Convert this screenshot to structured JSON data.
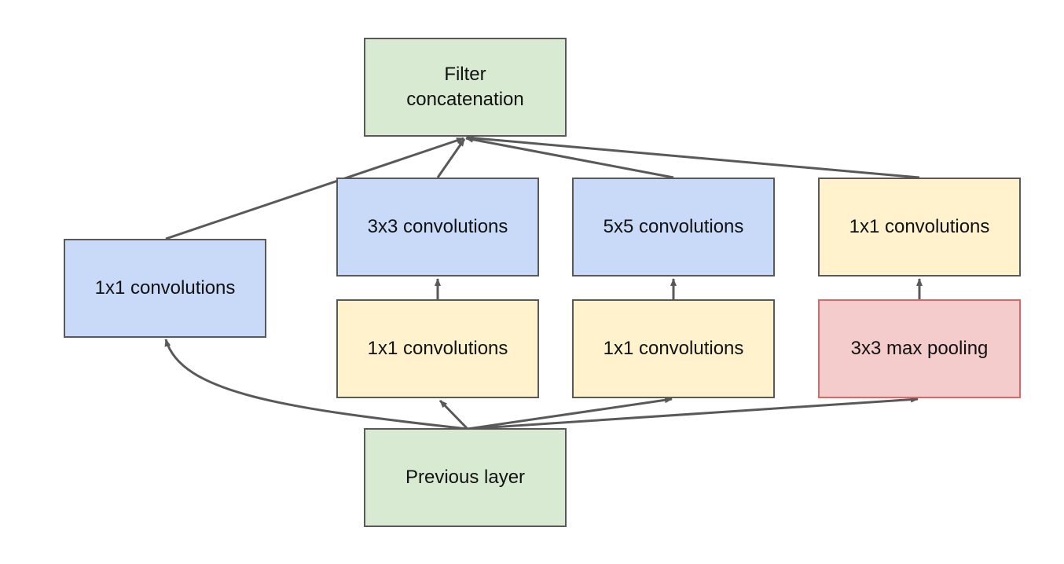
{
  "colors": {
    "green": "#d9ead3",
    "blue": "#c9daf8",
    "yellow": "#fff2cc",
    "pink": "#f4cccc",
    "border": "#595959",
    "pink_border": "#e06666",
    "arrow": "#595959"
  },
  "nodes": {
    "filter_concat": {
      "line1": "Filter",
      "line2": "concatenation",
      "color": "green"
    },
    "conv1x1_left": {
      "label": "1x1 convolutions",
      "color": "blue"
    },
    "conv3x3": {
      "label": "3x3 convolutions",
      "color": "blue"
    },
    "conv5x5": {
      "label": "5x5 convolutions",
      "color": "blue"
    },
    "conv1x1_right_top": {
      "label": "1x1 convolutions",
      "color": "yellow"
    },
    "conv1x1_mid_a": {
      "label": "1x1 convolutions",
      "color": "yellow"
    },
    "conv1x1_mid_b": {
      "label": "1x1 convolutions",
      "color": "yellow"
    },
    "maxpool3x3": {
      "label": "3x3 max pooling",
      "color": "pink"
    },
    "previous_layer": {
      "label": "Previous layer",
      "color": "green"
    }
  },
  "edges": [
    {
      "from": "previous_layer",
      "to": "conv1x1_left"
    },
    {
      "from": "previous_layer",
      "to": "conv1x1_mid_a"
    },
    {
      "from": "previous_layer",
      "to": "conv1x1_mid_b"
    },
    {
      "from": "previous_layer",
      "to": "maxpool3x3"
    },
    {
      "from": "conv1x1_mid_a",
      "to": "conv3x3"
    },
    {
      "from": "conv1x1_mid_b",
      "to": "conv5x5"
    },
    {
      "from": "maxpool3x3",
      "to": "conv1x1_right_top"
    },
    {
      "from": "conv1x1_left",
      "to": "filter_concat"
    },
    {
      "from": "conv3x3",
      "to": "filter_concat"
    },
    {
      "from": "conv5x5",
      "to": "filter_concat"
    },
    {
      "from": "conv1x1_right_top",
      "to": "filter_concat"
    }
  ]
}
